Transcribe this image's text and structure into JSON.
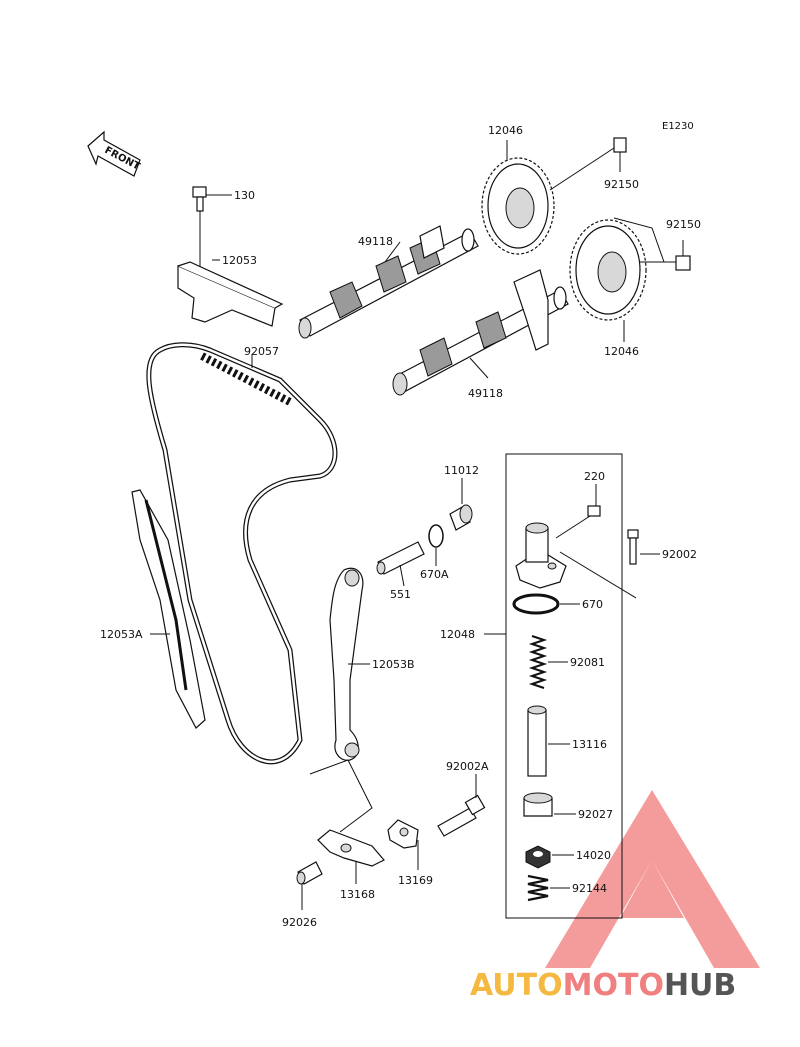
{
  "diagram_code": "E1230",
  "front_arrow_text": "FRONT",
  "labels": {
    "p130": "130",
    "p12046_top": "12046",
    "p12046_right": "12046",
    "p92150_a": "92150",
    "p92150_b": "92150",
    "p12053": "12053",
    "p49118_top": "49118",
    "p49118_bottom": "49118",
    "p92057": "92057",
    "p11012": "11012",
    "p220": "220",
    "p92002": "92002",
    "p670A": "670A",
    "p551": "551",
    "p670": "670",
    "p12048": "12048",
    "p92081": "92081",
    "p12053A": "12053A",
    "p12053B": "12053B",
    "p13116": "13116",
    "p92002A": "92002A",
    "p92027": "92027",
    "p14020": "14020",
    "p92144": "92144",
    "p13168": "13168",
    "p13169": "13169",
    "p92026": "92026"
  },
  "watermark": {
    "part1": "AUTO",
    "part2": "MOTO",
    "part3": "HUB",
    "color1": "#f5b942",
    "color2": "#f08080",
    "color3": "#555555",
    "triangle_color": "#f28b8b"
  }
}
